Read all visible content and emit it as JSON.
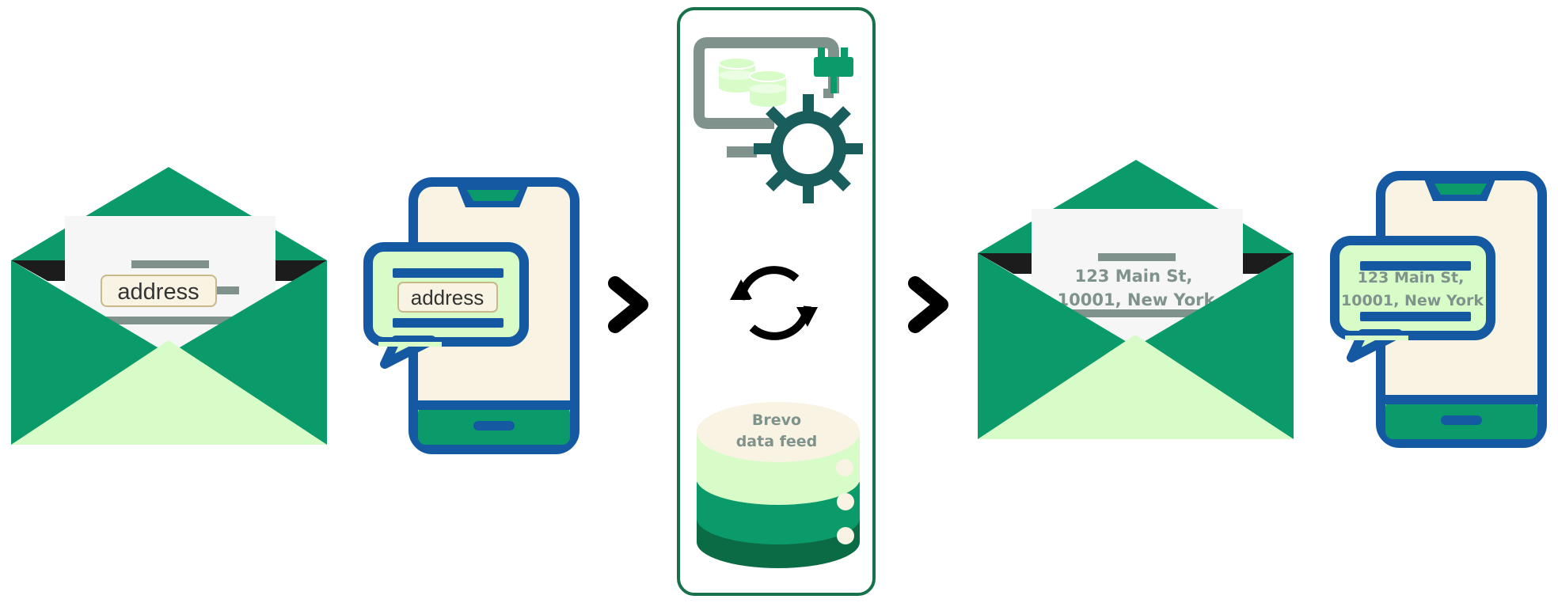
{
  "email_template": {
    "placeholder": "address"
  },
  "sms_template": {
    "placeholder": "address"
  },
  "data_feed": {
    "label_line1": "Brevo",
    "label_line2": "data feed"
  },
  "email_result": {
    "line1": "123 Main St,",
    "line2": "10001, New York"
  },
  "sms_result": {
    "line1": "123 Main St,",
    "line2": "10001, New York"
  },
  "icons": [
    "envelope-icon",
    "phone-icon",
    "chevron-right-icon",
    "server-gear-icon",
    "sync-icon",
    "database-icon"
  ],
  "colors": {
    "green": "#0b9a6a",
    "light_green": "#d7fcc8",
    "dark_green": "#0a6b45",
    "blue": "#1559a3",
    "cream": "#f8f3e3",
    "gray": "#7f938c",
    "teal": "#195d5c",
    "frame": "#17724c"
  }
}
